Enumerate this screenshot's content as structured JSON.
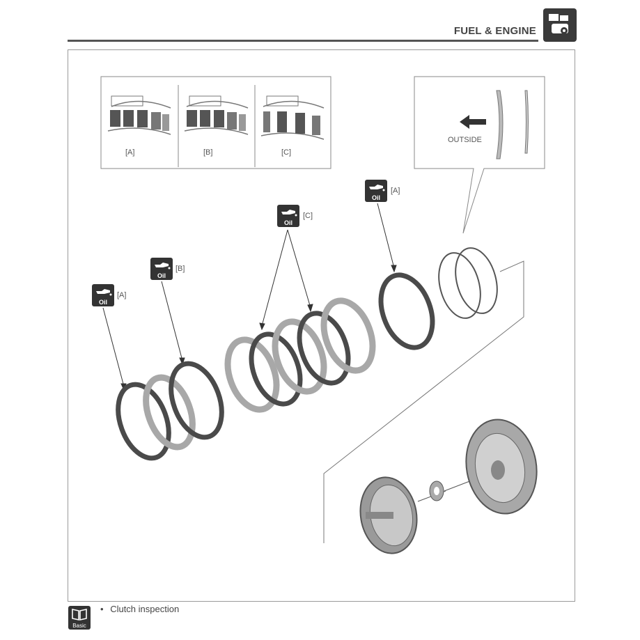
{
  "header": {
    "title": "FUEL & ENGINE"
  },
  "inset_top": {
    "panels": [
      {
        "label": "[A]"
      },
      {
        "label": "[B]"
      },
      {
        "label": "[C]"
      }
    ]
  },
  "inset_right": {
    "direction_label": "OUTSIDE"
  },
  "callouts": {
    "left_a": {
      "icon_text": "Oil",
      "label": "[A]"
    },
    "left_b": {
      "icon_text": "Oil",
      "label": "[B]"
    },
    "center_c": {
      "icon_text": "Oil",
      "label": "[C]"
    },
    "right_a": {
      "icon_text": "Oil",
      "label": "[A]"
    }
  },
  "footer": {
    "icon_label": "Basic",
    "bullet": "•",
    "text": "Clutch inspection"
  },
  "colors": {
    "plate_dark": "#4a4a4a",
    "plate_light": "#a8a8a8",
    "frame": "#9a9a9a"
  }
}
